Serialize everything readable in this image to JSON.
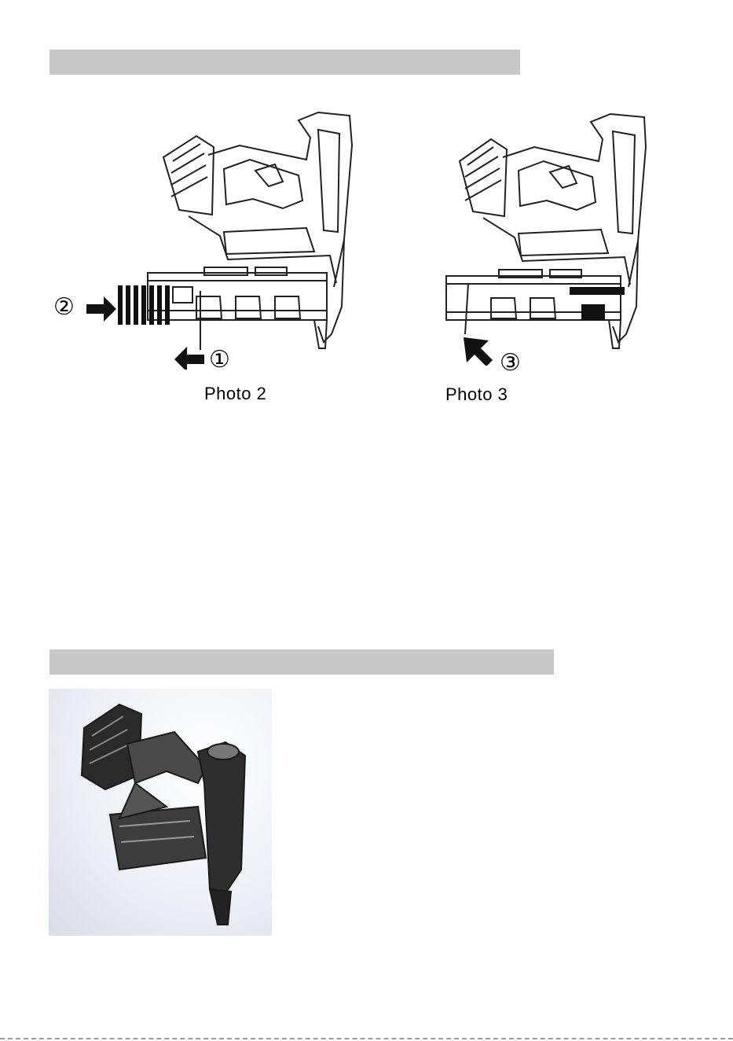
{
  "figures": {
    "photo2": {
      "caption": "Photo 2",
      "callout_1": "①",
      "callout_2": "②"
    },
    "photo3": {
      "caption": "Photo 3",
      "callout_3": "③"
    }
  }
}
